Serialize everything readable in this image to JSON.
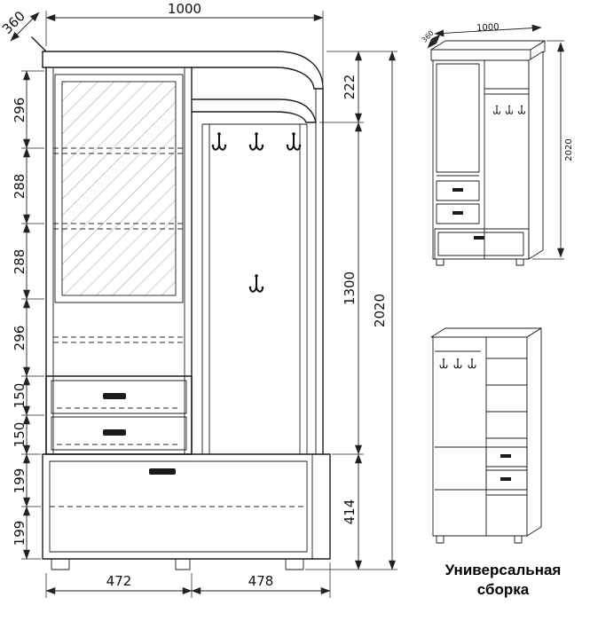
{
  "caption": {
    "line1": "Универсальная",
    "line2": "сборка"
  },
  "main_view": {
    "dim_width_top": "1000",
    "dim_depth_top": "360",
    "left_chain": [
      "296",
      "288",
      "288",
      "296",
      "150",
      "150",
      "199",
      "199"
    ],
    "right_chain": [
      "222",
      "1300",
      "414"
    ],
    "dim_total_height": "2020",
    "bottom_chain": [
      "472",
      "478"
    ]
  },
  "assembled_view": {
    "dim_depth": "360",
    "dim_width": "1000",
    "dim_height": "2020"
  },
  "colors": {
    "line": "#1c1c1c",
    "dimension": "#222222",
    "hatch": "#909090",
    "background": "#ffffff"
  }
}
